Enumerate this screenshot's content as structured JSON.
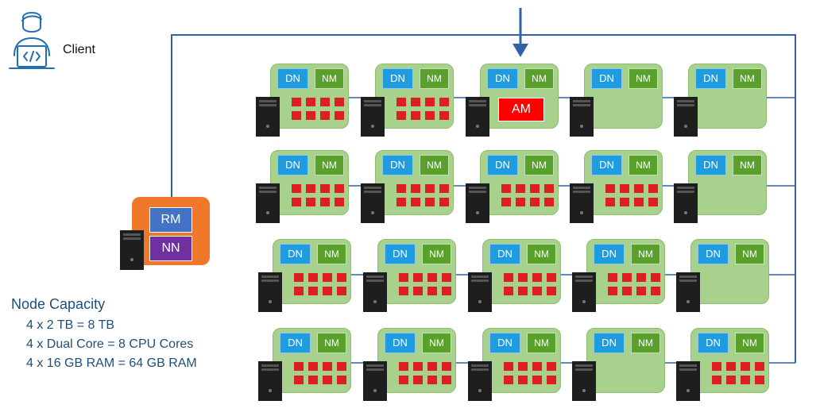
{
  "client": {
    "label": "Client",
    "icon": "developer-user-icon"
  },
  "master": {
    "rm_label": "RM",
    "nn_label": "NN"
  },
  "capacity": {
    "title": "Node Capacity",
    "lines": [
      "4 x 2 TB = 8 TB",
      "4 x Dual Core = 8 CPU Cores",
      "4 x 16 GB RAM = 64 GB RAM"
    ]
  },
  "node_labels": {
    "dn": "DN",
    "nm": "NM",
    "am": "AM"
  },
  "grid": {
    "rows": [
      {
        "nodes": [
          {
            "containers": 8
          },
          {
            "containers": 8
          },
          {
            "containers": 0,
            "has_am": true
          },
          {
            "containers": 0
          },
          {
            "containers": 0
          }
        ]
      },
      {
        "nodes": [
          {
            "containers": 8
          },
          {
            "containers": 8
          },
          {
            "containers": 8
          },
          {
            "containers": 8
          },
          {
            "containers": 0
          }
        ]
      },
      {
        "nodes": [
          {
            "containers": 8
          },
          {
            "containers": 8
          },
          {
            "containers": 8
          },
          {
            "containers": 8
          },
          {
            "containers": 0
          }
        ]
      },
      {
        "nodes": [
          {
            "containers": 8
          },
          {
            "containers": 8
          },
          {
            "containers": 8
          },
          {
            "containers": 0
          },
          {
            "containers": 8
          }
        ]
      }
    ]
  },
  "colors": {
    "node_bg": "#a9d18e",
    "dn": "#1f9be0",
    "nm": "#5aa02c",
    "container": "#dd1f1f",
    "am": "#ff0000",
    "rm_bg": "#f0782b",
    "rm": "#4472c4",
    "nn": "#7030a0",
    "network_line": "#2e63a6",
    "text_blue": "#1f4e79"
  }
}
